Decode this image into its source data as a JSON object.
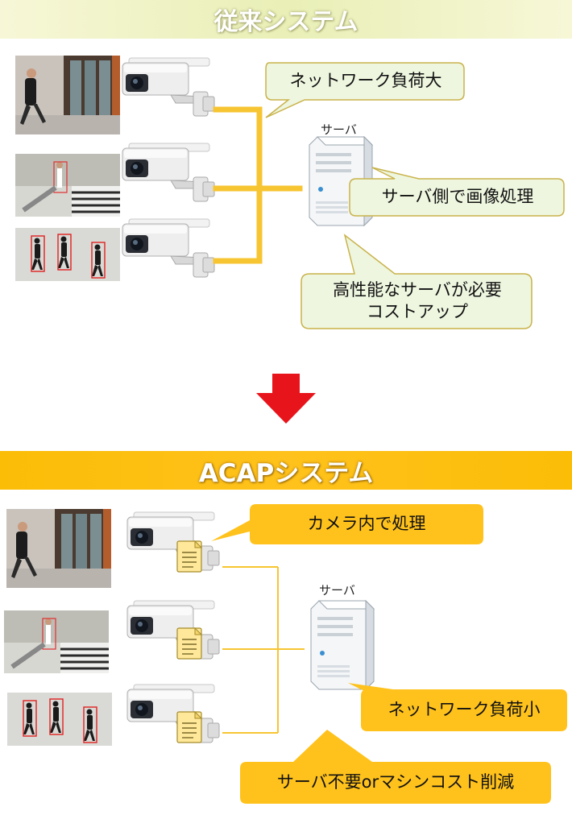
{
  "old_system": {
    "title": "従来システム",
    "server_label": "サーバ",
    "callouts": {
      "network": "ネットワーク負荷大",
      "processing": "サーバ側で画像処理",
      "cost_line1": "高性能なサーバが必要",
      "cost_line2": "コストアップ"
    }
  },
  "new_system": {
    "title": "ACAPシステム",
    "server_label": "サーバ",
    "callouts": {
      "in_camera": "カメラ内で処理",
      "network": "ネットワーク負荷小",
      "cost": "サーバ不要orマシンコスト削減"
    }
  },
  "colors": {
    "old_banner": "#e9efb6",
    "new_banner": "#ffc21c",
    "old_line": "#f7c531",
    "callout_green_fill": "#eef6df",
    "callout_green_border": "#c9b24a",
    "callout_yellow": "#ffc21c",
    "arrow_red": "#e8141b"
  }
}
